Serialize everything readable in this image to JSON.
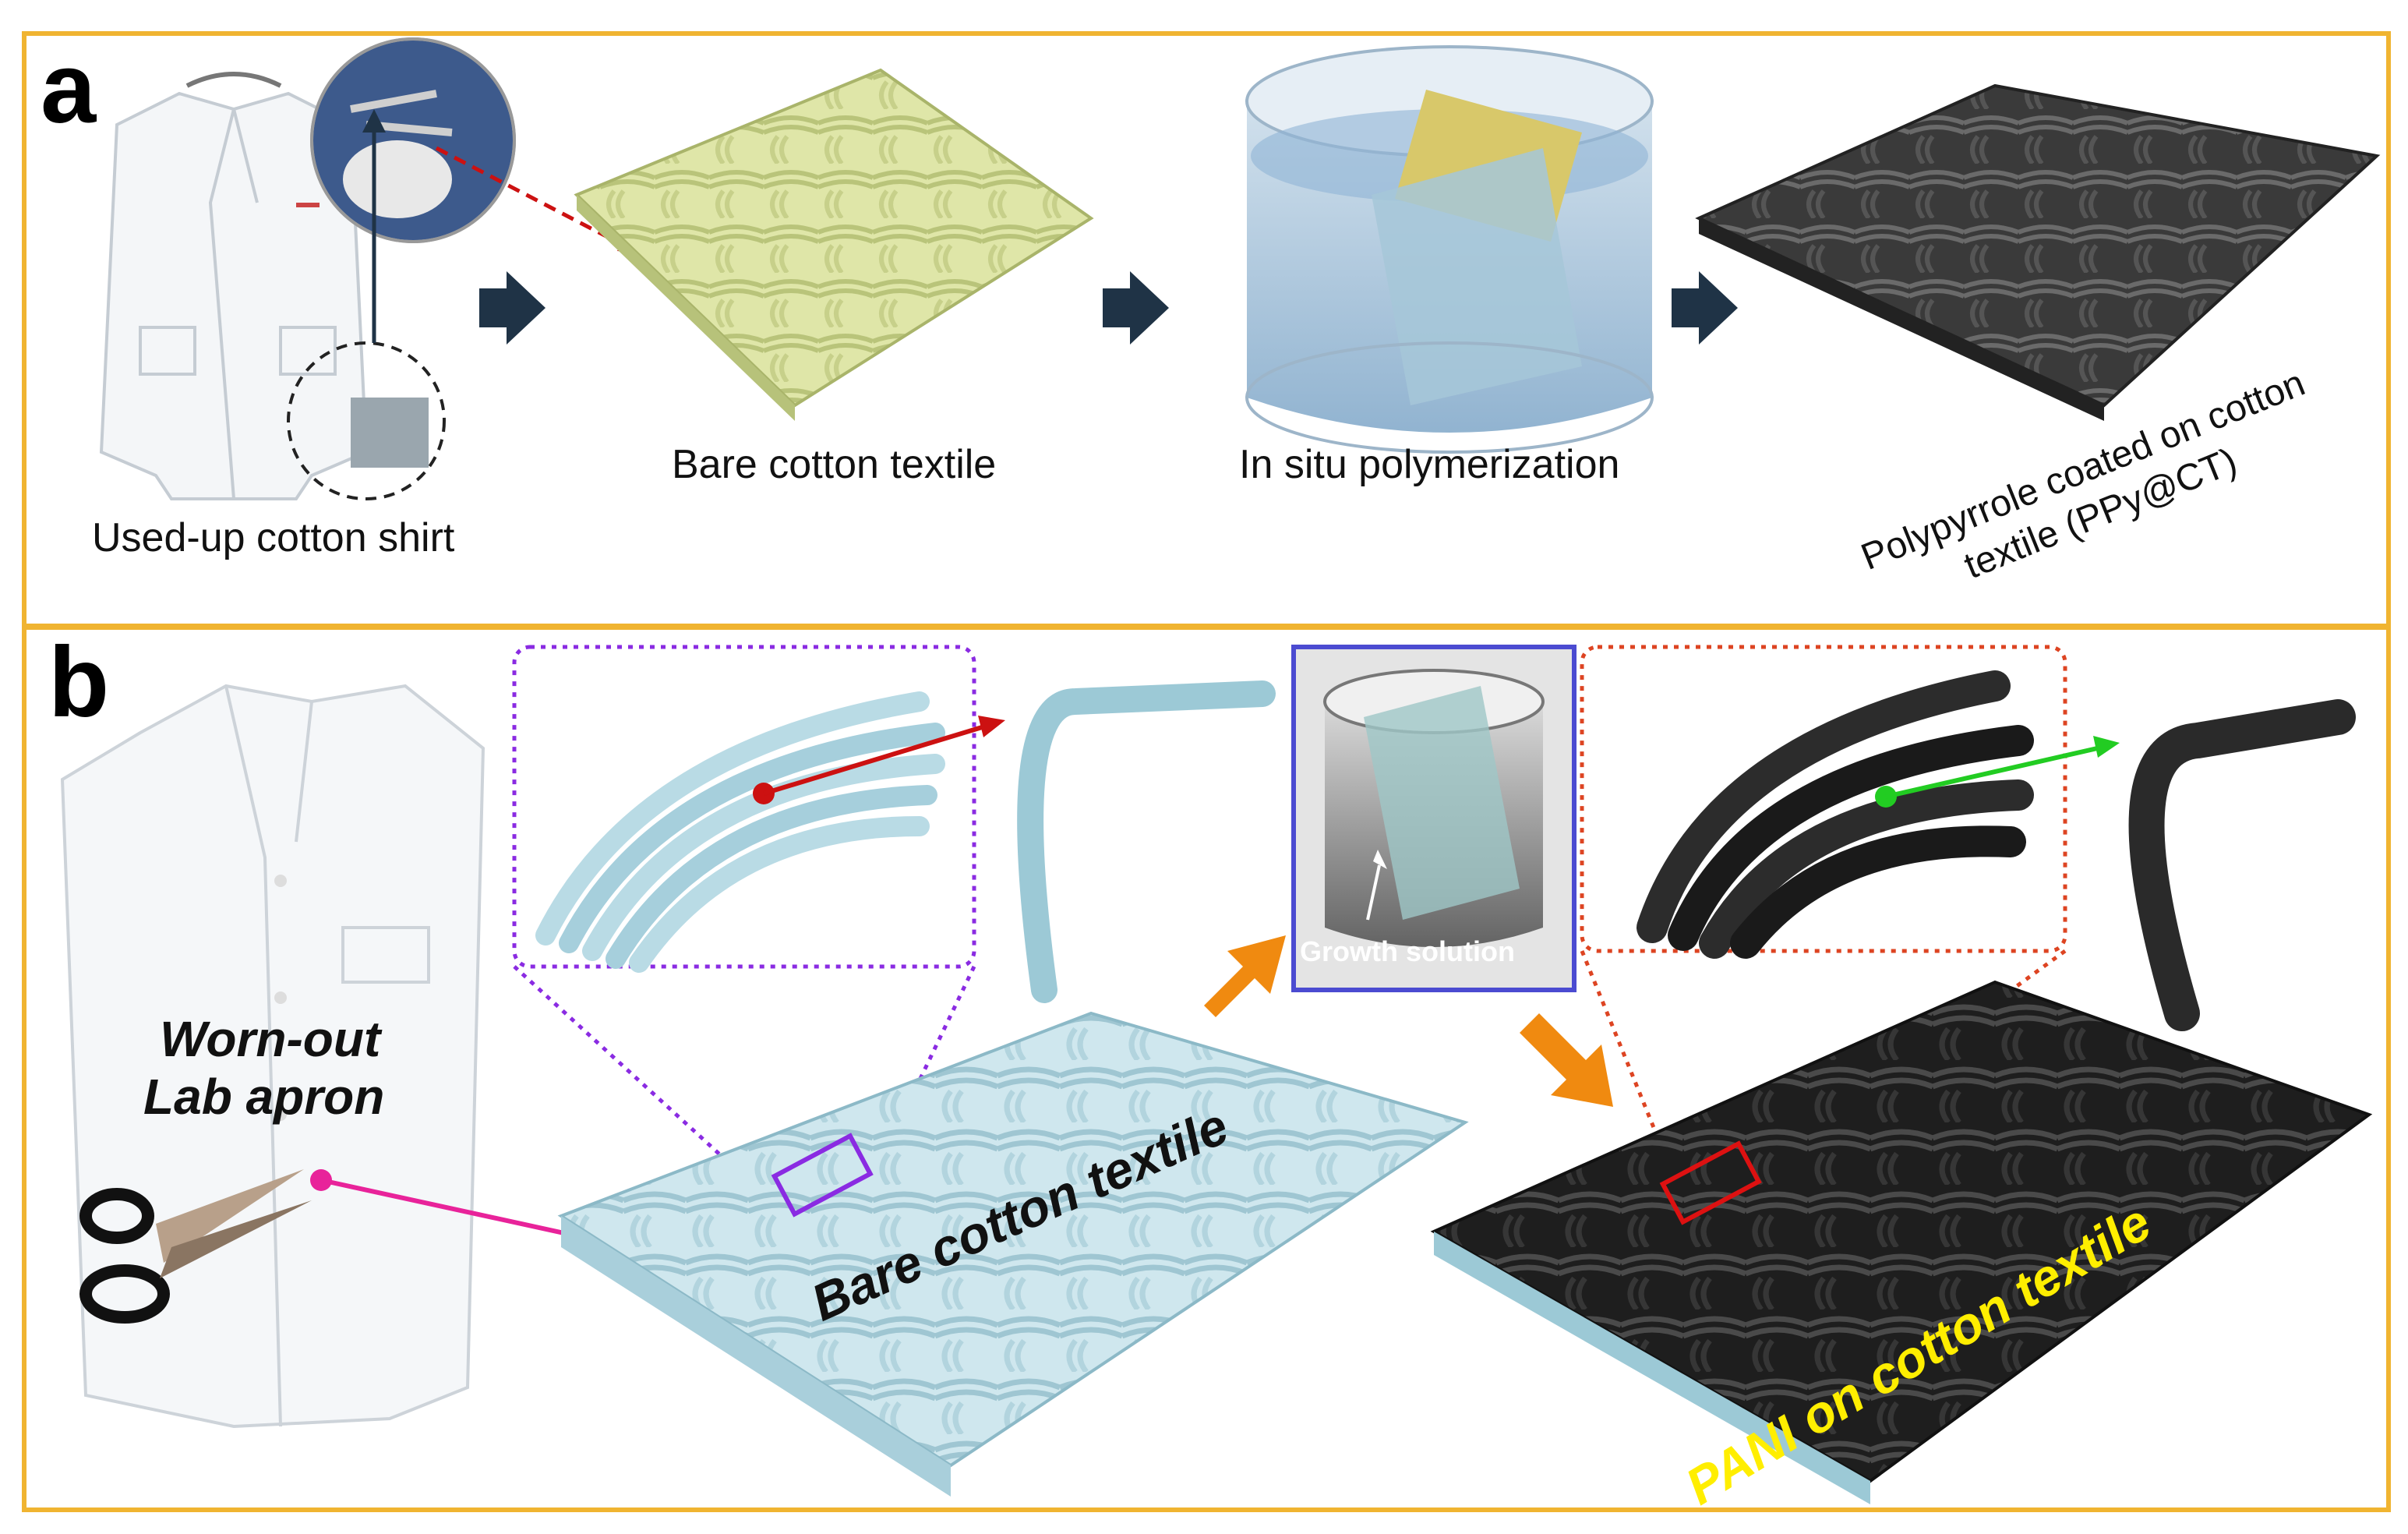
{
  "panel_a": {
    "letter": "a",
    "captions": {
      "shirt": "Used-up cotton shirt",
      "bare": "Bare cotton textile",
      "polymerization": "In situ polymerization",
      "coated_line1": "Polypyrrole coated on cotton",
      "coated_line2": "textile (PPy@CT)"
    }
  },
  "panel_b": {
    "letter": "b",
    "apron_line1": "Worn-out",
    "apron_line2": "Lab apron",
    "bare_label": "Bare cotton textile",
    "growth_label": "Growth solution",
    "pani_label": "PANI on cotton textile"
  },
  "colors": {
    "frame": "#f0b431",
    "arrow_dark": "#1f3346",
    "arrow_orange": "#f08a10",
    "pani_text": "#ffee00",
    "magenta": "#e8239a",
    "red": "#cc1111",
    "green": "#22cc22",
    "purple": "#8a2be2"
  }
}
